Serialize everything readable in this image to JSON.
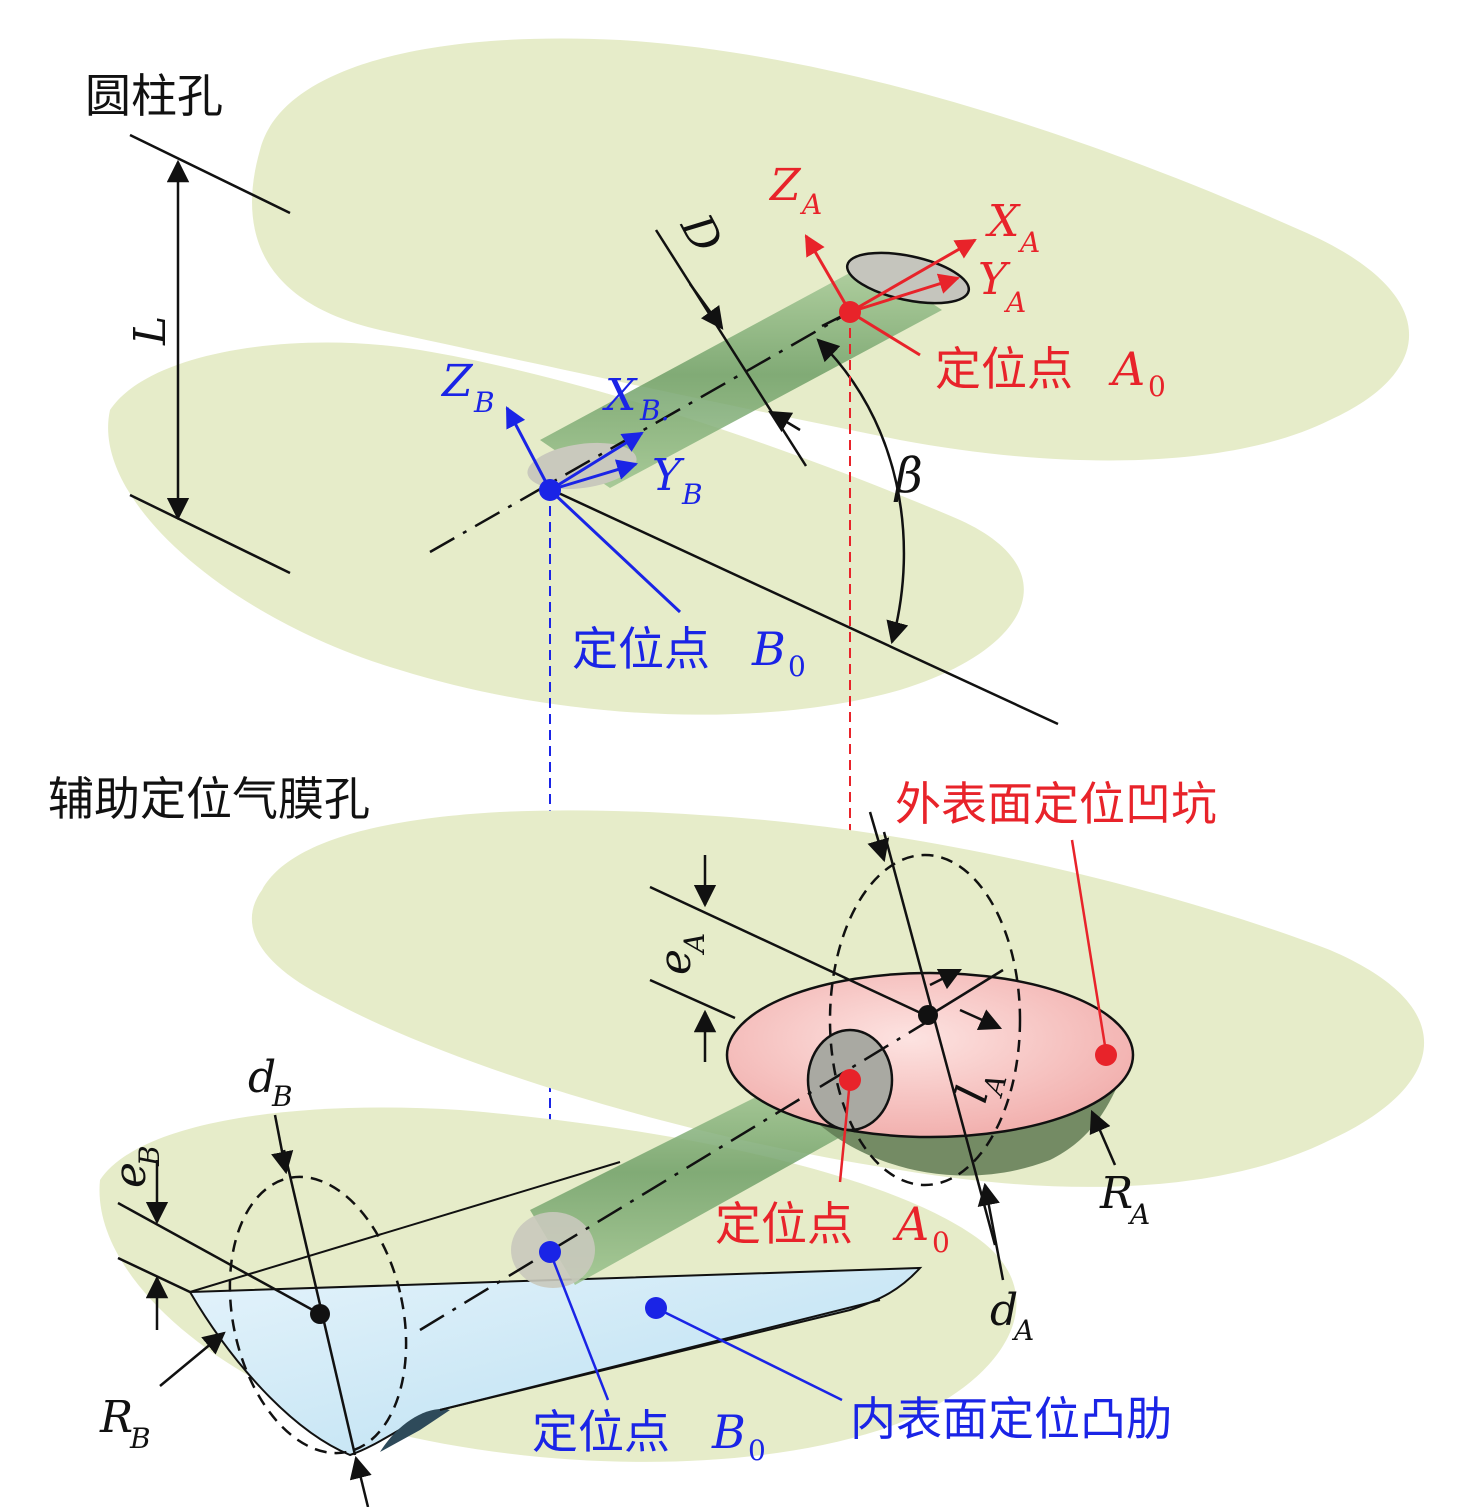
{
  "colors": {
    "plate": "#e6ecc9",
    "hole_green": "#7fae74",
    "red": "#e8232a",
    "blue": "#1a24e6",
    "black": "#111111",
    "dimple_pink": "#f4b9b7",
    "rib_blue": "#cfe9f6",
    "gray_ellipse": "#bdbdb6"
  },
  "labels": {
    "cylinder_hole_title": "圆柱孔",
    "aux_hole_title": "辅助定位气膜孔",
    "outer_dimple": "外表面定位凹坑",
    "inner_rib": "内表面定位凸肋",
    "locating_point_text": "定位点",
    "A": "A",
    "B": "B",
    "sub_zero": "0"
  },
  "symbols": {
    "L": "L",
    "D": "D",
    "beta": "β",
    "Z": "Z",
    "X": "X",
    "Y": "Y",
    "A": "A",
    "B": "B",
    "B_dot": "B.",
    "e": "e",
    "d": "d",
    "l": "l",
    "R": "R"
  },
  "icons": [
    "arrow-head-icon",
    "locating-point-dot-icon"
  ]
}
